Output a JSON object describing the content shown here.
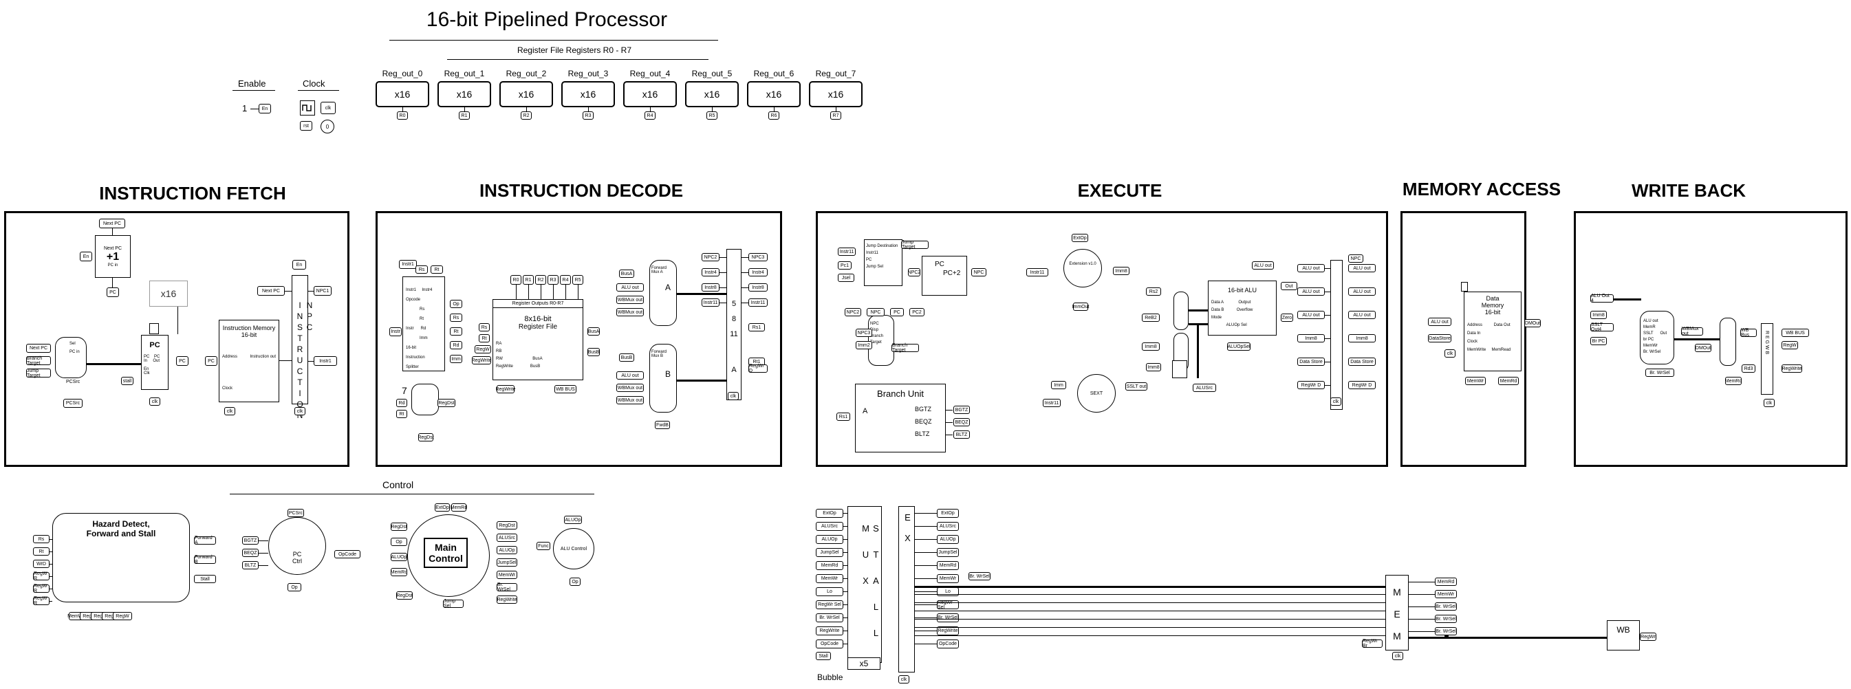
{
  "title": "16-bit Pipelined Processor",
  "register_file": {
    "caption": "Register File Registers R0 - R7",
    "registers": [
      {
        "label": "Reg_out_0",
        "value": "x16"
      },
      {
        "label": "Reg_out_1",
        "value": "x16"
      },
      {
        "label": "Reg_out_2",
        "value": "x16"
      },
      {
        "label": "Reg_out_3",
        "value": "x16"
      },
      {
        "label": "Reg_out_4",
        "value": "x16"
      },
      {
        "label": "Reg_out_5",
        "value": "x16"
      },
      {
        "label": "Reg_out_6",
        "value": "x16"
      },
      {
        "label": "Reg_out_7",
        "value": "x16"
      }
    ]
  },
  "inputs": {
    "enable_label": "Enable",
    "enable_value": "1",
    "clock_label": "Clock"
  },
  "stages": {
    "fetch": "INSTRUCTION FETCH",
    "decode": "INSTRUCTION DECODE",
    "execute": "EXECUTE",
    "memory": "MEMORY ACCESS",
    "writeback": "WRITE BACK"
  },
  "fetch": {
    "adder": "+1",
    "pc": "PC",
    "probe": "x16",
    "imem_title": "Instruction Memory",
    "imem_sub": "16-bit",
    "npc_vertical": "NPC INSTRUCTION"
  },
  "decode": {
    "regfile_title": "8x16-bit",
    "regfile_sub": "Register File",
    "regfile_bus": "Register Outputs R0-R7",
    "seven": "7",
    "mux_a": "A",
    "mux_b": "B",
    "mux_nums": [
      "5",
      "8",
      "11"
    ],
    "latch_letters": [
      "A",
      "B"
    ]
  },
  "execute": {
    "pc2": "PC",
    "pc2_sub": "PC+2",
    "sext": "Extension v1.0",
    "sext2": "SEXT",
    "branch_unit": "Branch Unit",
    "branch_a": "A",
    "branch_outputs": [
      "BGTZ",
      "BEQZ",
      "BLTZ"
    ],
    "alu": "16-bit ALU",
    "alu_pins": [
      "Data A",
      "Data B",
      "Mode",
      "Output",
      "Overflow",
      "ALUOp Sel"
    ]
  },
  "memory": {
    "dmem_title": "Data",
    "dmem_sub1": "Memory",
    "dmem_sub2": "16-bit",
    "mem_latch": "M E M"
  },
  "writeback": {
    "wb_latch": "WB"
  },
  "control": {
    "caption": "Control",
    "hazard_title": "Hazard Detect,",
    "hazard_sub": "Forward and Stall",
    "pc_ctrl": "PC",
    "pc_ctrl_sub": "Ctrl",
    "main_control1": "Main",
    "main_control2": "Control",
    "alu_control": "ALU Control",
    "pc_ctrl_inputs": [
      "BGTZ",
      "BEQZ",
      "BLTZ"
    ],
    "pc_ctrl_output": "OpCode"
  },
  "stall_mux": {
    "letters": "S T A L L M U X",
    "x5": "x5",
    "bubble": "Bubble",
    "ex_latch": "E X",
    "signals": [
      "ExtOp",
      "ALUSrc",
      "ALUOp",
      "JumpSel",
      "MemRd",
      "MemWr",
      "Lo",
      "RegWr Sel",
      "Br. WrSel",
      "RegWrite",
      "OpCode"
    ]
  }
}
